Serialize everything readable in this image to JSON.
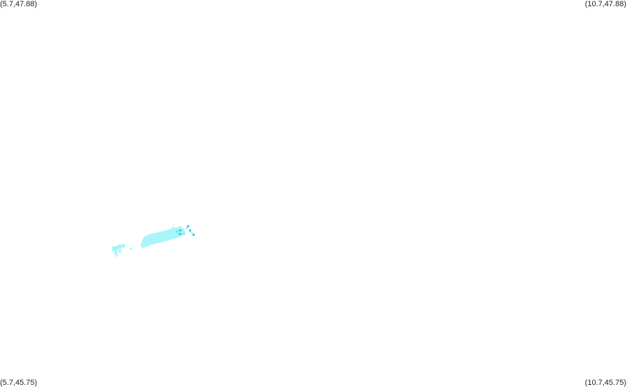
{
  "map": {
    "corner_labels": {
      "top_left": "(5.7,47.88)",
      "top_right": "(10.7,47.88)",
      "bottom_left": "(5.7,45.75)",
      "bottom_right": "(10.7,45.75)"
    },
    "extent": {
      "lon_min": 5.7,
      "lon_max": 10.7,
      "lat_min": 45.75,
      "lat_max": 47.88
    },
    "colors": {
      "background": "#ffffff",
      "light_cluster": "#a8f6f8",
      "medium_cluster": "#7fe8ef",
      "dark_points": "#3cc6e0"
    }
  }
}
